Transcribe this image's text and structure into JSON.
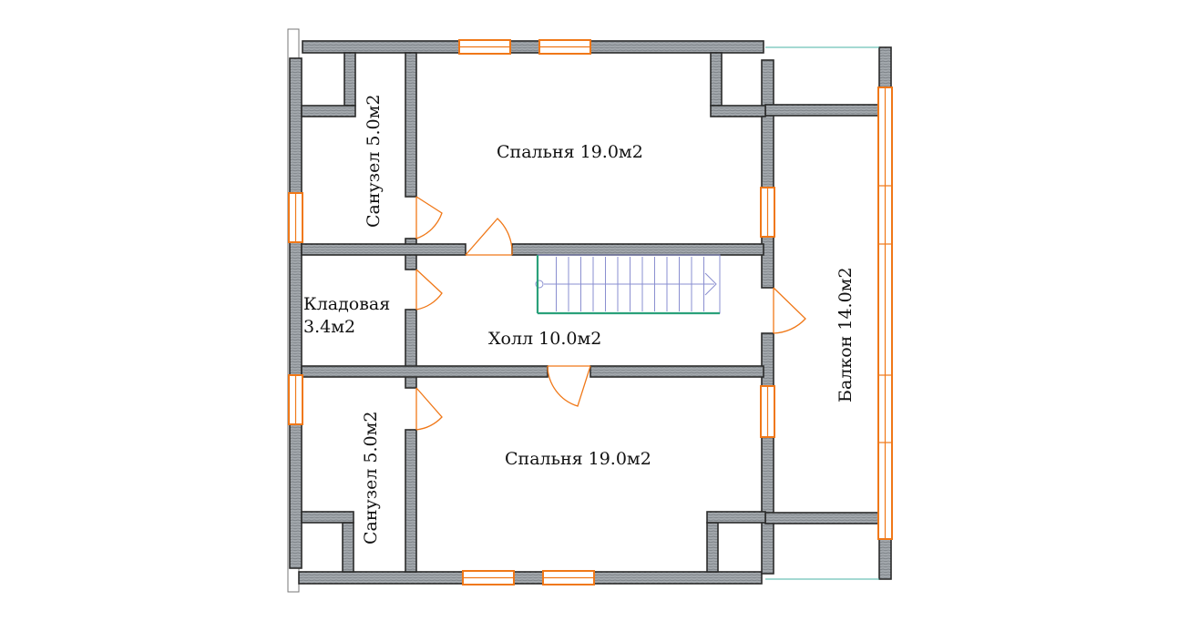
{
  "rooms": {
    "bedroom_top": "Спальня 19.0м2",
    "bedroom_bottom": "Спальня 19.0м2",
    "bathroom_top": "Санузел 5.0м2",
    "bathroom_bottom": "Санузел 5.0м2",
    "storage_line1": "Кладовая",
    "storage_line2": "3.4м2",
    "hall": "Холл 10.0м2",
    "balcony": "Балкон 14.0м2"
  },
  "colors": {
    "wall": "#9aa0a6",
    "window": "#f07818",
    "door": "#f07818",
    "balcony_outline": "#4ab3a4",
    "stairs": "#8a8fd0"
  }
}
